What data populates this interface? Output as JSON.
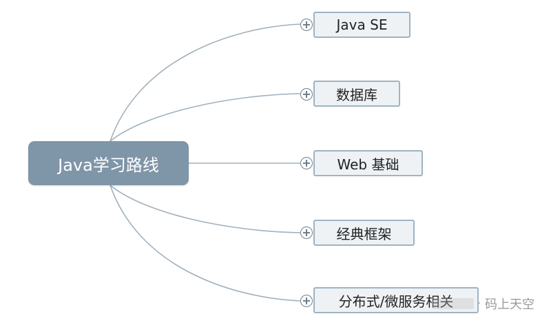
{
  "mindmap": {
    "root": {
      "label": "Java学习路线"
    },
    "branches": [
      {
        "label": "Java SE"
      },
      {
        "label": "数据库"
      },
      {
        "label": "Web 基础"
      },
      {
        "label": "经典框架"
      },
      {
        "label": "分布式/微服务相关"
      }
    ]
  },
  "watermark": {
    "text": "码上天空",
    "separator": "·"
  },
  "colors": {
    "root_fill": "#7f95a8",
    "node_fill": "#eef2f5",
    "node_border": "#9fb3c2",
    "connector": "#9fb0bc"
  }
}
